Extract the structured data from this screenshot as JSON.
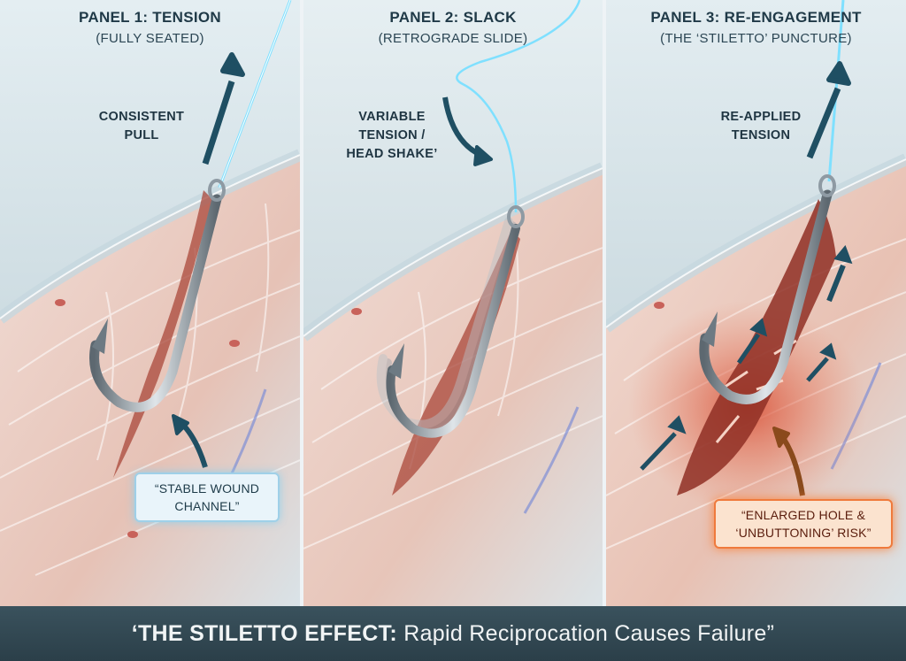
{
  "panels": [
    {
      "title": "PANEL 1: TENSION",
      "subtitle": "(FULLY SEATED)",
      "label": [
        "CONSISTENT",
        "PULL"
      ],
      "callout": [
        "“STABLE WOUND",
        "CHANNEL”"
      ]
    },
    {
      "title": "PANEL 2: SLACK",
      "subtitle": "(RETROGRADE SLIDE)",
      "label": [
        "VARIABLE",
        "TENSION /",
        "HEAD SHAKE’"
      ]
    },
    {
      "title": "PANEL 3: RE-ENGAGEMENT",
      "subtitle": "(THE ‘STILETTO’ PUNCTURE)",
      "label": [
        "RE-APPLIED",
        "TENSION"
      ],
      "callout": [
        "“ENLARGED HOLE &",
        "‘UNBUTTONING’ RISK”"
      ]
    }
  ],
  "caption": {
    "bold": "‘THE STILETTO EFFECT:",
    "rest": " Rapid Reciprocation Causes Failure”"
  },
  "colors": {
    "arrow": "#1f4f63",
    "arrow_orange": "#8a4a1c",
    "line": "#7fe0ff",
    "tissue": "#e9c9bf",
    "wound": "#a9473a",
    "hook": "#8e9aa3",
    "caption_bar": "#2f4751"
  }
}
